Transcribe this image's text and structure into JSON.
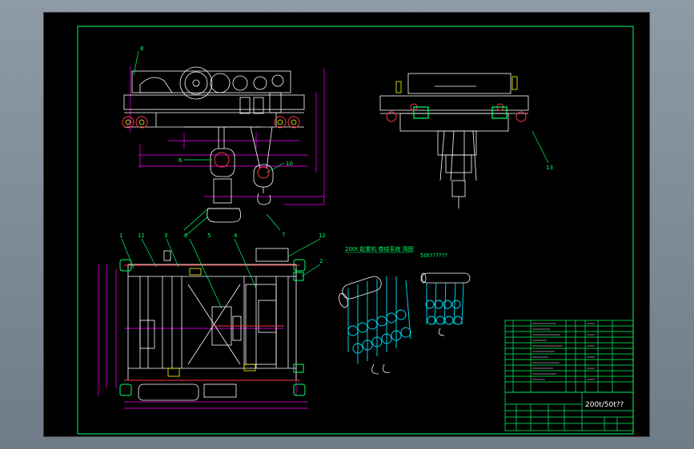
{
  "drawing": {
    "title_block_text": "200t/50t??",
    "note_line_1": "200t 起重机 卷绕系统 简图",
    "note_line_2": "50t??????",
    "part_labels": [
      "8",
      "6",
      "10",
      "7",
      "1",
      "11",
      "3",
      "5",
      "4",
      "12",
      "2",
      "13"
    ]
  },
  "colors": {
    "frame": "#00ff66",
    "geometry": "#ffffff",
    "dimension": "#ff00ff",
    "rope": "#00e5ff",
    "component": "#ff3344",
    "accent": "#ffff00"
  }
}
